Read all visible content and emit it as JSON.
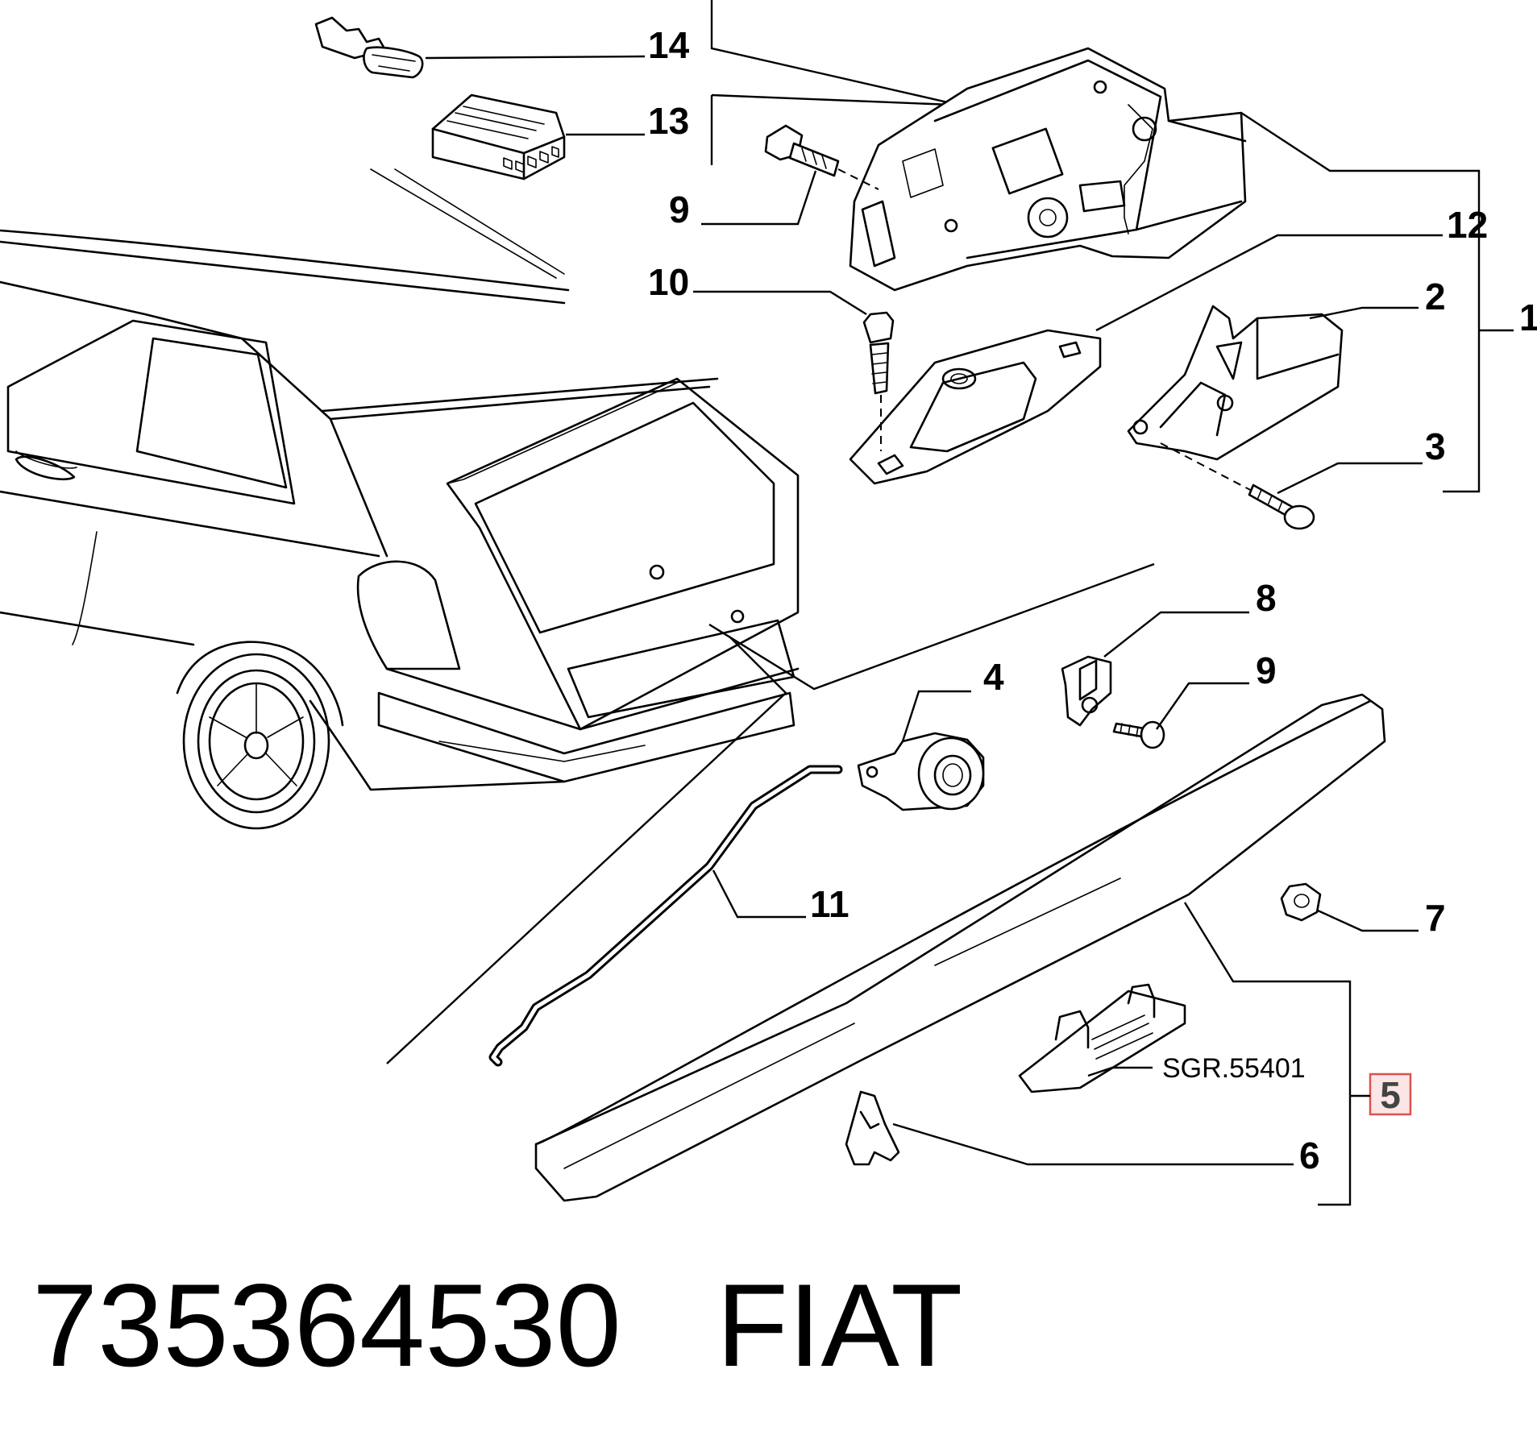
{
  "callouts": {
    "c14": "14",
    "c13": "13",
    "c9a": "9",
    "c12": "12",
    "c10": "10",
    "c2": "2",
    "c1": "1",
    "c3": "3",
    "c8": "8",
    "c4": "4",
    "c9b": "9",
    "c11": "11",
    "c7": "7",
    "c5": "5",
    "c6": "6"
  },
  "reference_note": "SGR.55401",
  "caption": {
    "part_number": "735364530",
    "brand": "FIAT"
  },
  "colors": {
    "line": "#000000",
    "highlight_box": "#d9534f",
    "highlight_fill": "#fbe5e5",
    "highlight_text": "#444444"
  }
}
